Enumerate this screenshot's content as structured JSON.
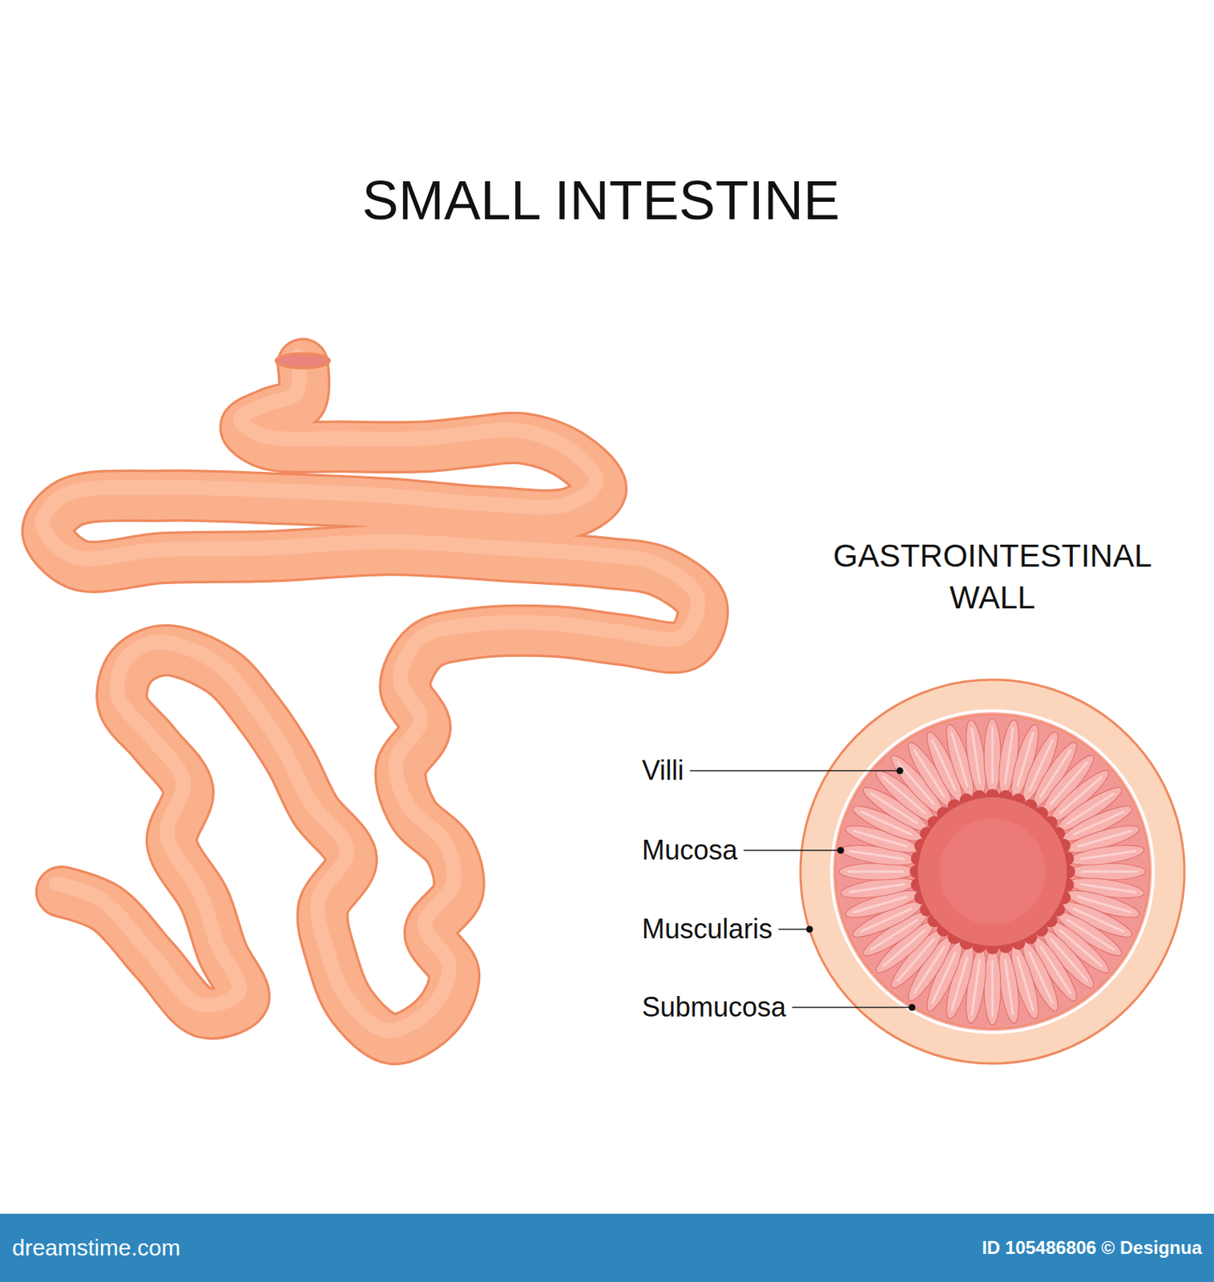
{
  "diagram": {
    "title": "SMALL INTESTINE",
    "nodes": [
      {
        "text": [
          "dreamstime.com",
          "ID 105486806 © Designua"
        ]
      }
    ],
    "labels": [
      "GASTROINTESTINAL WALL",
      "Villi",
      "Mucosa",
      "Muscularis",
      "Submucosa"
    ]
  }
}
